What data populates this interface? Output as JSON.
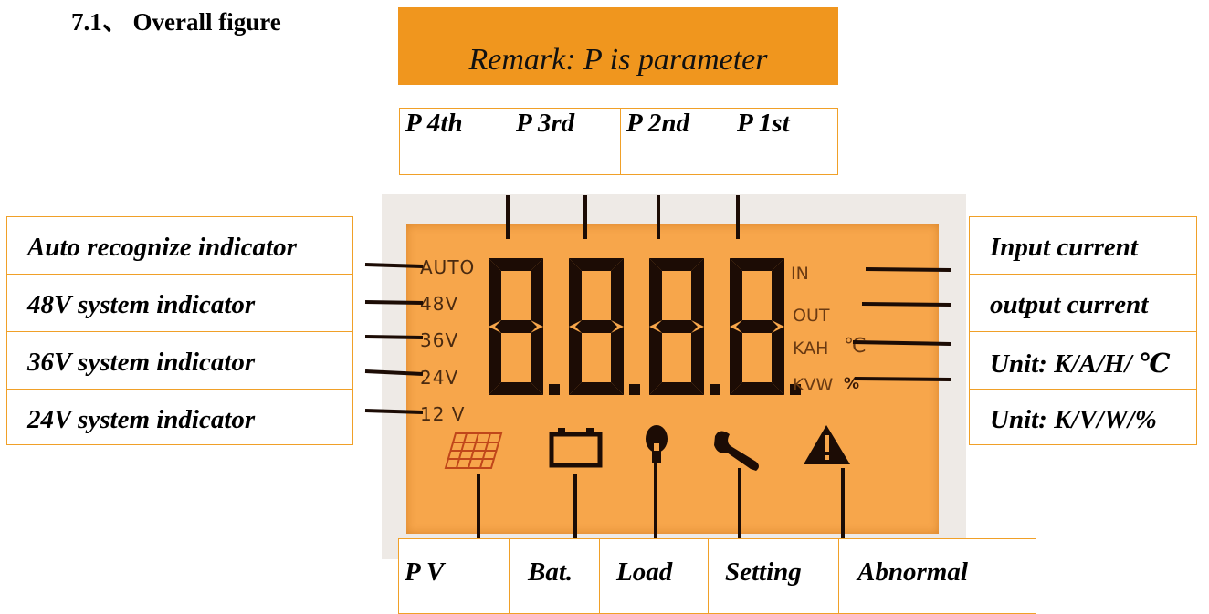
{
  "heading": "7.1、 Overall figure",
  "remark": "Remark: P is parameter",
  "params": [
    "P 4th",
    "P 3rd",
    "P 2nd",
    "P 1st"
  ],
  "left_labels": [
    "Auto recognize indicator",
    "48V system indicator",
    "36V system indicator",
    "24V system indicator"
  ],
  "right_labels": [
    "Input current",
    "output current",
    "Unit: K/A/H/ ℃",
    "Unit: K/V/W/%"
  ],
  "bottom_labels": [
    "P V",
    "Bat.",
    "Load",
    "Setting",
    "Abnormal"
  ],
  "lcd": {
    "digits": "8.8.8.8.",
    "left_indicators": [
      "AUTO",
      "48V",
      "36V",
      "24V",
      "12 V"
    ],
    "right_indicators": [
      "IN",
      "OUT",
      "KAH",
      "KVW"
    ],
    "unit_glyphs": [
      "℃",
      "%"
    ],
    "icons": [
      "solar-panel-icon",
      "battery-icon",
      "bulb-icon",
      "wrench-icon",
      "warning-icon"
    ]
  },
  "colors": {
    "accent": "#f0961e",
    "screen": "#f7a64b",
    "segment": "#1c0c05",
    "border": "#f0a028"
  }
}
